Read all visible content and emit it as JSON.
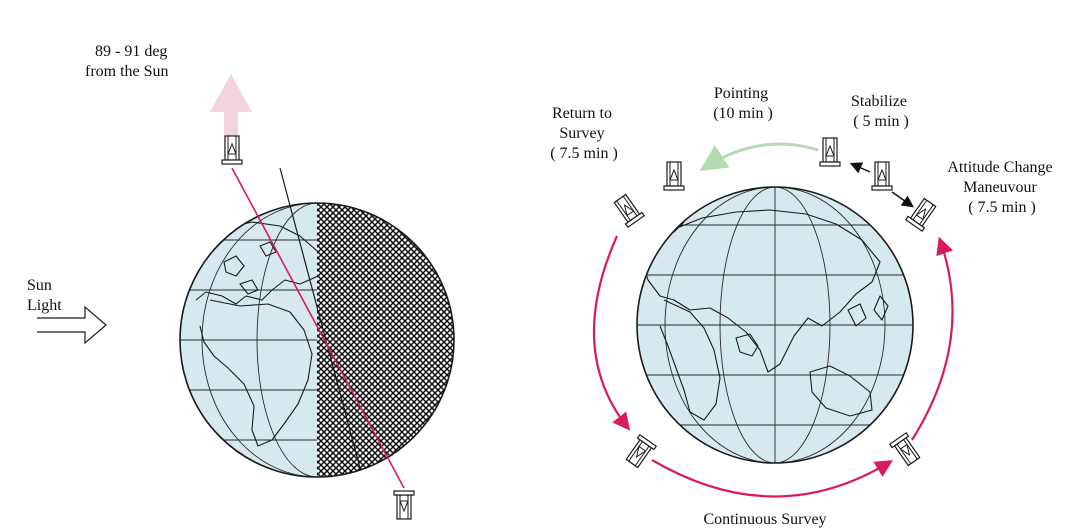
{
  "left_panel": {
    "away_label": [
      "89 - 91 deg",
      "from the Sun"
    ],
    "sun_label": [
      "Sun",
      "Light"
    ]
  },
  "right_panel": {
    "return_label": [
      "Return to",
      "Survey",
      "( 7.5 min )"
    ],
    "pointing_label": [
      "Pointing",
      "(10 min )"
    ],
    "stabilize_label": [
      "Stabilize",
      "( 5 min )"
    ],
    "attitude_label": [
      "Attitude Change",
      "Maneuvour",
      "( 7.5 min )"
    ],
    "survey_label": "Continuous Survey"
  },
  "colors": {
    "ocean": "#d6e9ef",
    "night_hatch": "#111111",
    "orbit_line": "#d81b60",
    "pointing_arc": "#b5dcb0",
    "away_arrow": "#f3d4dd",
    "outline": "#1a1a1a"
  },
  "icons": [
    "satellite-icon",
    "sun-arrow-icon",
    "away-arrow-icon"
  ]
}
